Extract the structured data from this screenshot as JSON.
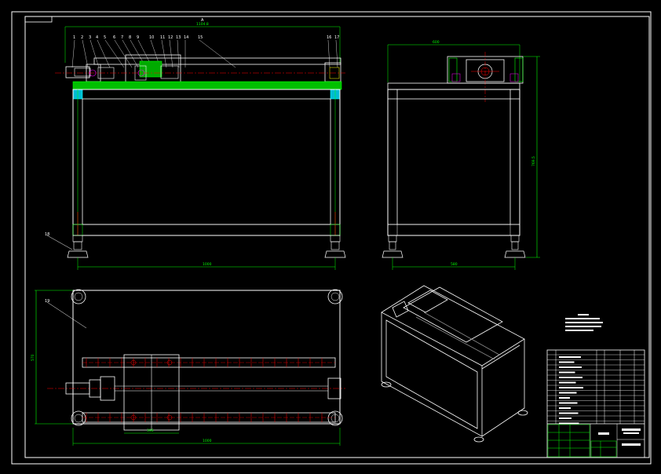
{
  "drawing": {
    "view_marker": "A",
    "part_numbers": [
      "1",
      "2",
      "3",
      "4",
      "5",
      "6",
      "7",
      "8",
      "9",
      "10",
      "11",
      "12",
      "13",
      "14",
      "15",
      "16",
      "17"
    ],
    "leg_label": "18",
    "plan_label": "19",
    "dims": {
      "front_top": "1104.8",
      "front_bottom": "1000",
      "side_top": "600",
      "side_right": "769.5",
      "side_bottom": "580",
      "plan_left": "570",
      "plan_bottom": "1000",
      "plan_inner": "396"
    },
    "colors": {
      "background": "#000000",
      "outline": "#ffffff",
      "dimension": "#00ff00",
      "centerline": "#ff0000",
      "highlight": "#00ffff",
      "annotation": "#ff00ff"
    }
  }
}
